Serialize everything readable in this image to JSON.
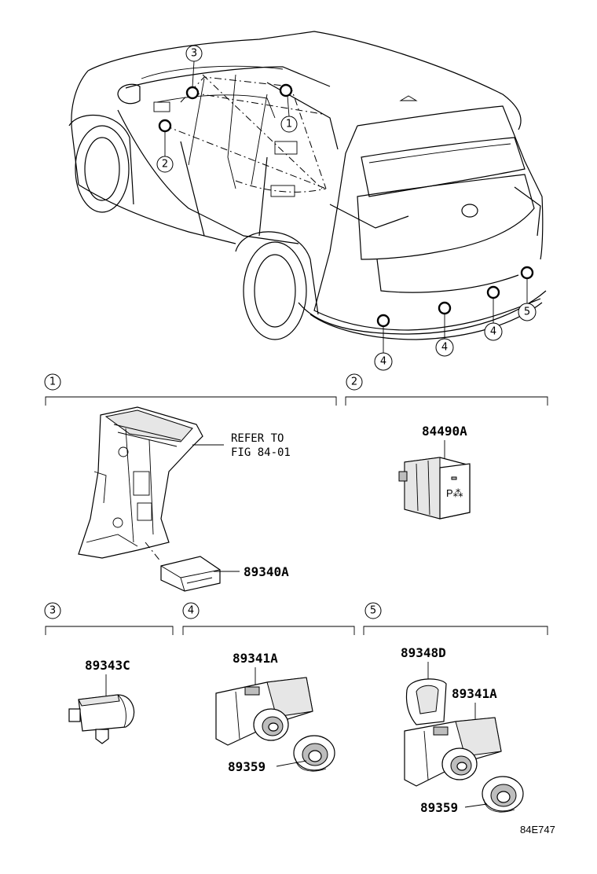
{
  "overview": {
    "callouts": {
      "top": "3",
      "left": "2",
      "right": "1",
      "rear_a": "4",
      "rear_b": "4",
      "rear_c": "4",
      "rear_corner": "5"
    }
  },
  "sections": {
    "s1": {
      "number": "1",
      "refer_line1": "REFER TO",
      "refer_line2": "FIG 84-01",
      "part": "89340A"
    },
    "s2": {
      "number": "2",
      "part": "84490A",
      "switch_label": "P⁂"
    },
    "s3": {
      "number": "3",
      "part": "89343C"
    },
    "s4": {
      "number": "4",
      "part_sensor": "89341A",
      "part_retainer": "89359"
    },
    "s5": {
      "number": "5",
      "part_cover": "89348D",
      "part_sensor": "89341A",
      "part_retainer": "89359"
    }
  },
  "figure_code": "84E747"
}
